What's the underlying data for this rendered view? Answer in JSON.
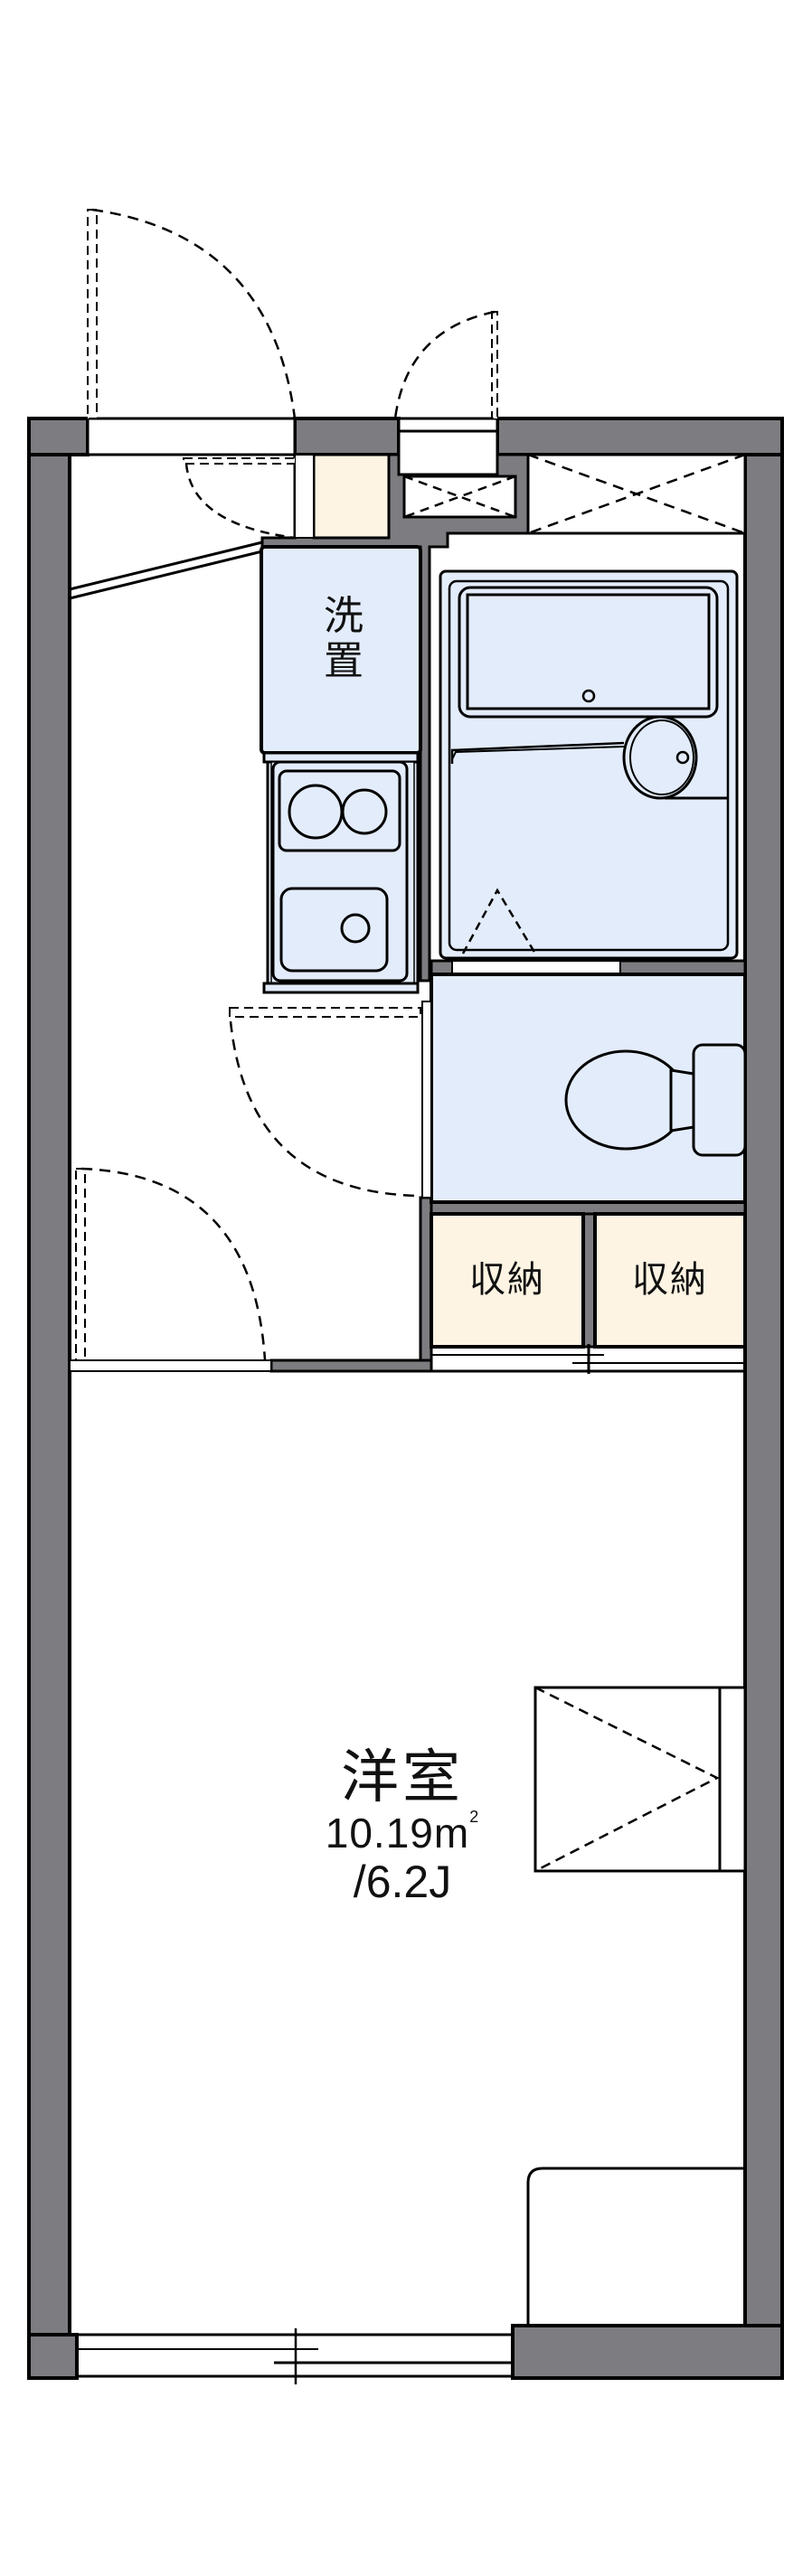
{
  "floorplan": {
    "colors": {
      "wall": "#7d7c81",
      "wet_area": "#e3ecfa",
      "storage": "#fdf4e3",
      "line": "#000000",
      "floor": "#ffffff"
    },
    "rooms": {
      "washer": {
        "label_line1": "洗",
        "label_line2": "置"
      },
      "storage_left": {
        "label": "収納"
      },
      "storage_right": {
        "label": "収納"
      },
      "western_room": {
        "name": "洋室",
        "area": "10.19m",
        "area_unit_sup": "2",
        "jo": "/6.2J"
      }
    }
  }
}
